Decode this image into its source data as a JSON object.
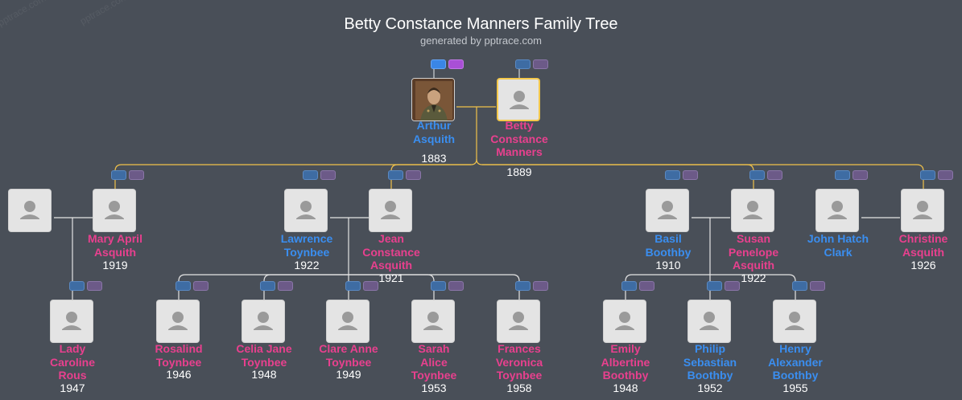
{
  "header": {
    "title": "Betty Constance Manners Family Tree",
    "subtitle": "generated by pptrace.com",
    "watermark": "pptrace.com"
  },
  "colors": {
    "background": "#494f58",
    "male": "#3a8ef0",
    "female": "#e8408e",
    "focus_border": "#f4c84b",
    "line": "#e5e5e5",
    "line_focus": "#f1c24a"
  },
  "people": {
    "arthur": {
      "name": "Arthur Asquith",
      "year": "1883",
      "gender": "m",
      "photo": "portrait"
    },
    "betty": {
      "name": "Betty Constance Manners",
      "year": "1889",
      "gender": "f",
      "focus": true
    },
    "spouse_mary": {
      "name": "",
      "year": "",
      "gender": "m"
    },
    "mary": {
      "name": "Mary April Asquith",
      "year": "1919",
      "gender": "f"
    },
    "lawrence": {
      "name": "Lawrence Toynbee",
      "year": "1922",
      "gender": "m"
    },
    "jean": {
      "name": "Jean Constance Asquith",
      "year": "1921",
      "gender": "f"
    },
    "basil": {
      "name": "Basil Boothby",
      "year": "1910",
      "gender": "m"
    },
    "susan": {
      "name": "Susan Penelope Asquith",
      "year": "1922",
      "gender": "f"
    },
    "john": {
      "name": "John Hatch Clark",
      "year": "",
      "gender": "m"
    },
    "christine": {
      "name": "Christine Asquith",
      "year": "1926",
      "gender": "f"
    },
    "caroline": {
      "name": "Lady Caroline Rous",
      "year": "1947",
      "gender": "f"
    },
    "rosalind": {
      "name": "Rosalind Toynbee",
      "year": "1946",
      "gender": "f"
    },
    "celia": {
      "name": "Celia Jane Toynbee",
      "year": "1948",
      "gender": "f"
    },
    "clare": {
      "name": "Clare Anne Toynbee",
      "year": "1949",
      "gender": "f"
    },
    "sarah": {
      "name": "Sarah Alice Toynbee",
      "year": "1953",
      "gender": "f"
    },
    "frances": {
      "name": "Frances Veronica Toynbee",
      "year": "1958",
      "gender": "f"
    },
    "emily": {
      "name": "Emily Albertine Boothby",
      "year": "1948",
      "gender": "f"
    },
    "philip": {
      "name": "Philip Sebastian Boothby",
      "year": "1952",
      "gender": "m"
    },
    "henry": {
      "name": "Henry Alexander Boothby",
      "year": "1955",
      "gender": "m"
    }
  }
}
